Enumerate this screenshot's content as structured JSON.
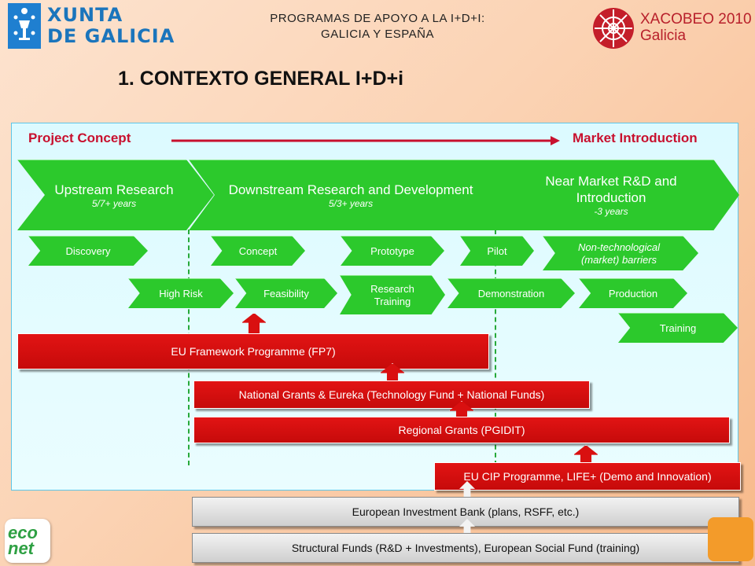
{
  "header": {
    "left_logo_text": "XUNTA\nDE GALICIA",
    "title_line1": "PROGRAMAS DE APOYO A LA I+D+I:",
    "title_line2": "GALICIA Y ESPAÑA",
    "right_logo_text_line1": "XACOBEO 2010",
    "right_logo_text_line2": "Galicia"
  },
  "page_title": "1. CONTEXTO GENERAL I+D+i",
  "timeline": {
    "start_label": "Project Concept",
    "end_label": "Market Introduction"
  },
  "phases": [
    {
      "title": "Upstream Research",
      "years": "5/7+ years"
    },
    {
      "title": "Downstream Research and Development",
      "years": "5/3+ years"
    },
    {
      "title": "Near Market R&D and Introduction",
      "years": "-3 years"
    }
  ],
  "stages": {
    "discovery": "Discovery",
    "concept": "Concept",
    "prototype": "Prototype",
    "pilot": "Pilot",
    "non_tech": "Non-technological (market) barriers",
    "high_risk": "High Risk",
    "feasibility": "Feasibility",
    "research_training": "Research Training",
    "demonstration": "Demonstration",
    "production": "Production",
    "training": "Training"
  },
  "programmes": {
    "fp7": "EU Framework Programme (FP7)",
    "national": "National Grants & Eureka (Technology Fund +  National Funds)",
    "regional": "Regional  Grants (PGIDIT)",
    "cip": "EU CIP Programme, LIFE+  (Demo and Innovation)",
    "eib": "European Investment Bank (plans, RSFF, etc.)",
    "structural": "Structural Funds (R&D + Investments), European Social Fund (training)"
  },
  "footer_logo_text": "eco\nnet",
  "colors": {
    "phase_green": "#2cc92c",
    "programme_red": "#d91010",
    "label_red": "#c8102e",
    "panel_border": "#5dc6e8"
  }
}
